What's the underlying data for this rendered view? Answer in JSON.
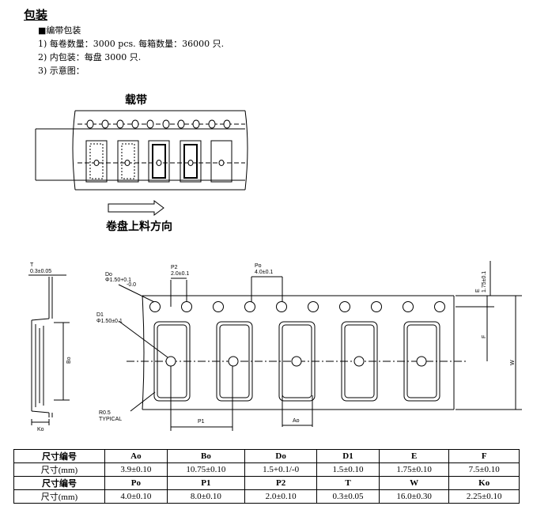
{
  "heading": "包装",
  "lines": {
    "l0": "■编带包装",
    "l1": "1)   每卷数量：3000 pcs. 每箱数量：36000 只.",
    "l2": "2)   内包装：每盘 3000 只.",
    "l3": "3)   示意图："
  },
  "fig1": {
    "carrier": "载带",
    "direction": "卷盘上料方向"
  },
  "fig2": {
    "T": "T",
    "T_val": "0.3±0.05",
    "Do": "Do",
    "Do_val": "Φ1.50+0.1",
    "Do_val2": "-0.0",
    "P2": "P2",
    "P2_val": "2.0±0.1",
    "Po": "Po",
    "Po_val": "4.0±0.1",
    "D1": "D1",
    "D1_val": "Φ1.50±0.1",
    "E": "E",
    "E_val": "1.75±0.1",
    "F": "F",
    "W": "W",
    "Bo": "Bo",
    "Ko": "Ko",
    "P1": "P1",
    "Ao": "Ao",
    "R": "R0.5",
    "typ": "TYPICAL"
  },
  "table": {
    "rows": [
      [
        "尺寸编号",
        "Ao",
        "Bo",
        "Do",
        "D1",
        "E",
        "F"
      ],
      [
        "尺寸(mm)",
        "3.9±0.10",
        "10.75±0.10",
        "1.5+0.1/-0",
        "1.5±0.10",
        "1.75±0.10",
        "7.5±0.10"
      ],
      [
        "尺寸编号",
        "Po",
        "P1",
        "P2",
        "T",
        "W",
        "Ko"
      ],
      [
        "尺寸(mm)",
        "4.0±0.10",
        "8.0±0.10",
        "2.0±0.10",
        "0.3±0.05",
        "16.0±0.30",
        "2.25±0.10"
      ]
    ]
  }
}
